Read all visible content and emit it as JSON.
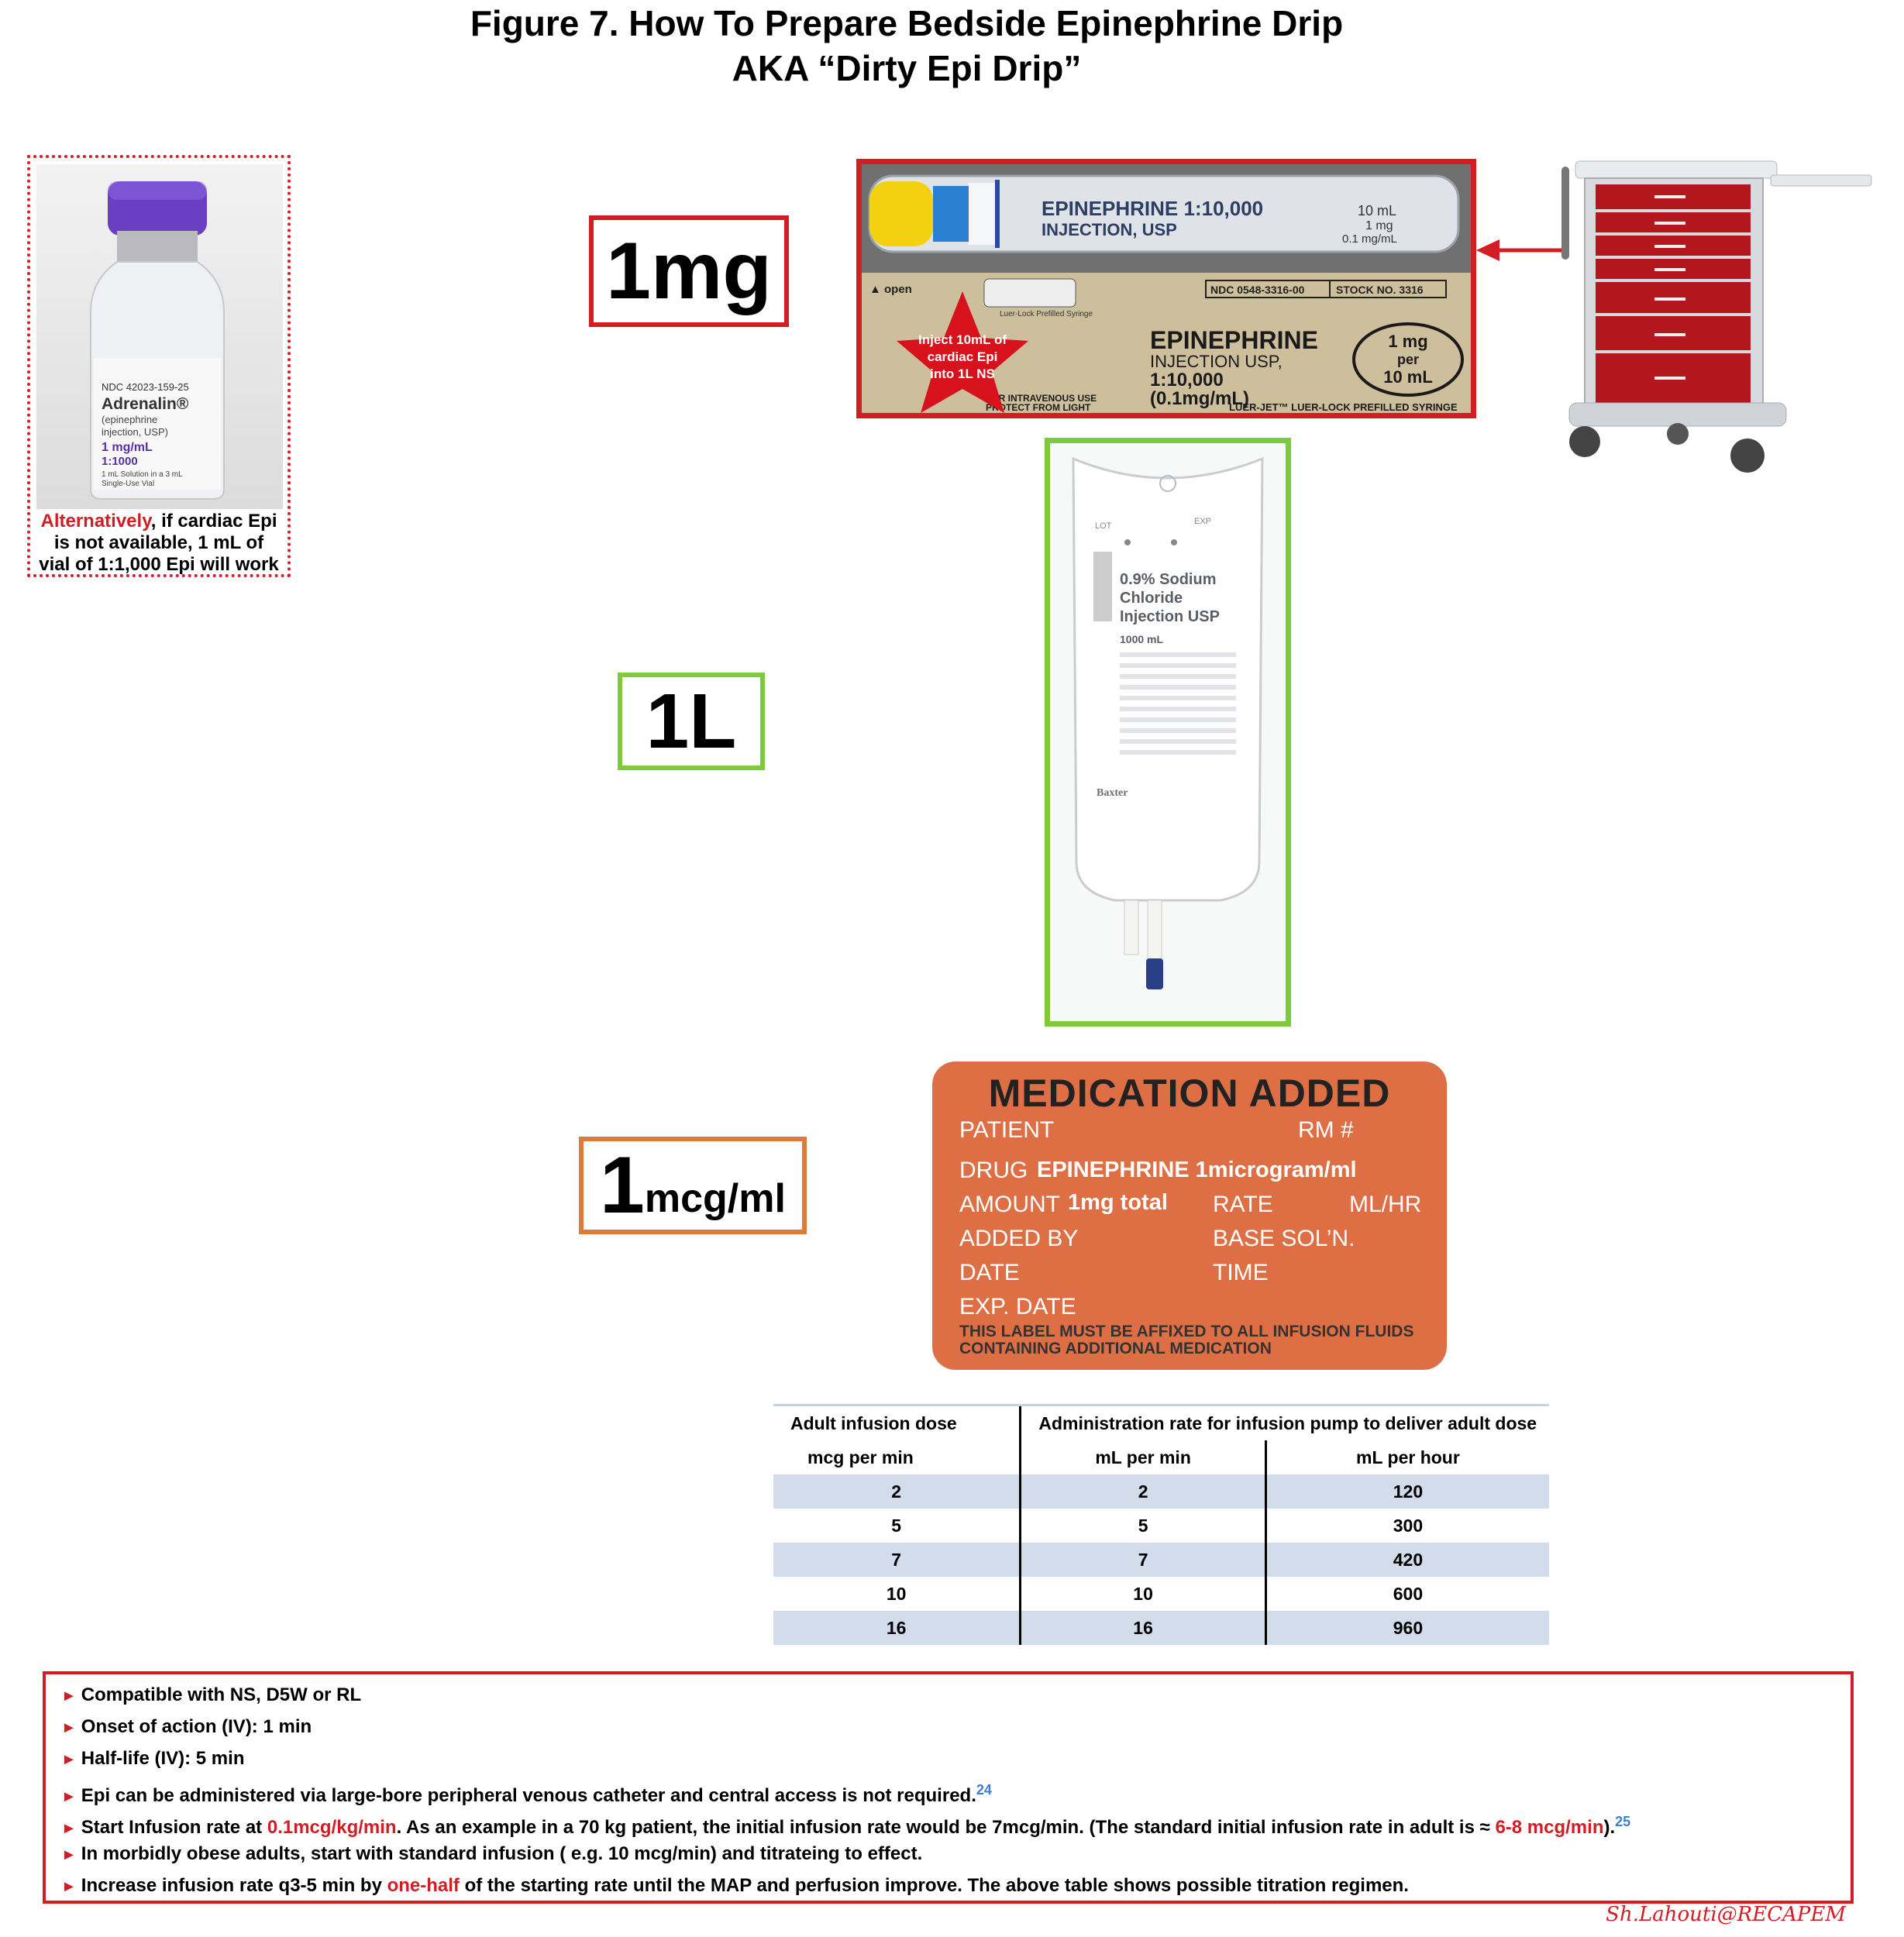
{
  "title": {
    "line1": "Figure 7. How To Prepare Bedside Epinephrine Drip",
    "line2": "AKA “Dirty Epi Drip”"
  },
  "amounts": {
    "dose": "1mg",
    "volume": "1L",
    "concentration_num": "1",
    "concentration_unit": "mcg/ml"
  },
  "vial": {
    "cap_color": "#6a3fc2",
    "label_lines": [
      "NDC 42023-159-25",
      "Adrenalin®",
      "(epinephrine",
      "injection, USP)",
      "1 mg/mL",
      "1:1000",
      "1 mL Solution in a 3 mL",
      "Single-Use Vial"
    ],
    "caption_highlight": "Alternatively",
    "caption_rest_1": ", if cardiac Epi",
    "caption_line2": "is not available, 1 mL of",
    "caption_line3": "vial of 1:1,000 Epi will work"
  },
  "syringe": {
    "barrel_text_1": "EPINEPHRINE 1:10,000",
    "barrel_text_2": "INJECTION, USP",
    "barrel_text_3": "10 mL",
    "barrel_text_4": "1 mg",
    "barrel_text_5": "0.1 mg/mL",
    "open_label": "▲ open",
    "ndc": "NDC 0548-3316-00",
    "stock": "STOCK NO. 3316",
    "luer_small": "Luer-Lock Prefilled Syringe",
    "star_text_1": "Inject 10mL of",
    "star_text_2": "cardiac Epi",
    "star_text_3": "into 1L NS",
    "drug_name": "EPINEPHRINE",
    "drug_sub": "INJECTION USP,",
    "ratio": "1:10,000",
    "conc": "(0.1mg/mL)",
    "oval_1": "1 mg",
    "oval_2": "per",
    "oval_3": "10 mL",
    "footer_left_1": "FOR INTRAVENOUS USE",
    "footer_left_2": "PROTECT FROM LIGHT",
    "footer_right": "LUER-JET™ LUER-LOCK PREFILLED SYRINGE"
  },
  "bag": {
    "lot": "LOT",
    "exp": "EXP",
    "name_1": "0.9% Sodium",
    "name_2": "Chloride",
    "name_3": "Injection USP",
    "volume": "1000 mL",
    "maker": "Baxter"
  },
  "med_label": {
    "title": "MEDICATION ADDED",
    "patient": "PATIENT",
    "rm": "RM #",
    "drug": "DRUG",
    "drug_value": "EPINEPHRINE 1microgram/ml",
    "amount": "AMOUNT",
    "amount_value": "1mg total",
    "rate": "RATE",
    "rate_unit": "ML/HR",
    "added_by": "ADDED BY",
    "base_sol": "BASE SOL’N.",
    "date": "DATE",
    "time": "TIME",
    "exp_date": "EXP. DATE",
    "warning_1": "THIS LABEL MUST BE AFFIXED TO ALL INFUSION FLUIDS",
    "warning_2": "CONTAINING ADDITIONAL MEDICATION"
  },
  "table": {
    "header_left": "Adult infusion dose",
    "header_right": "Administration rate for infusion pump to deliver adult dose",
    "sub_1": "mcg per min",
    "sub_2": "mL per min",
    "sub_3": "mL per hour",
    "rows": [
      [
        "2",
        "2",
        "120"
      ],
      [
        "5",
        "5",
        "300"
      ],
      [
        "7",
        "7",
        "420"
      ],
      [
        "10",
        "10",
        "600"
      ],
      [
        "16",
        "16",
        "960"
      ]
    ]
  },
  "notes": {
    "n1": "Compatible with NS, D5W or RL",
    "n2": "Onset of action (IV): 1 min",
    "n3": "Half-life (IV): 5 min",
    "n4": "Epi can be administered via large-bore peripheral venous catheter and central access is not required.",
    "n4_ref": "24",
    "n5_a": "Start Infusion rate at ",
    "n5_b": "0.1mcg/kg/min",
    "n5_c": ". As an example in a 70 kg patient, the initial infusion rate would be 7mcg/min. (The standard initial infusion rate in adult is ≈ ",
    "n5_d": "6-8 mcg/min",
    "n5_e": ").",
    "n5_ref": "25",
    "n6": "In morbidly obese adults, start with standard infusion ( e.g. 10 mcg/min) and titrateing to effect.",
    "n7_a": "Increase infusion rate q3-5 min by ",
    "n7_b": "one-half",
    "n7_c": " of the starting rate until the MAP and perfusion improve. The above table shows possible titration regimen.",
    "arrow": "►"
  },
  "signature": "Sh.Lahouti@RECAPEM",
  "colors": {
    "accent_red": "#d31d24",
    "bag_green": "#7dcb3a",
    "label_orange": "#de6f45",
    "table_stripe": "#d3dcea",
    "cart_red": "#b3161c"
  }
}
